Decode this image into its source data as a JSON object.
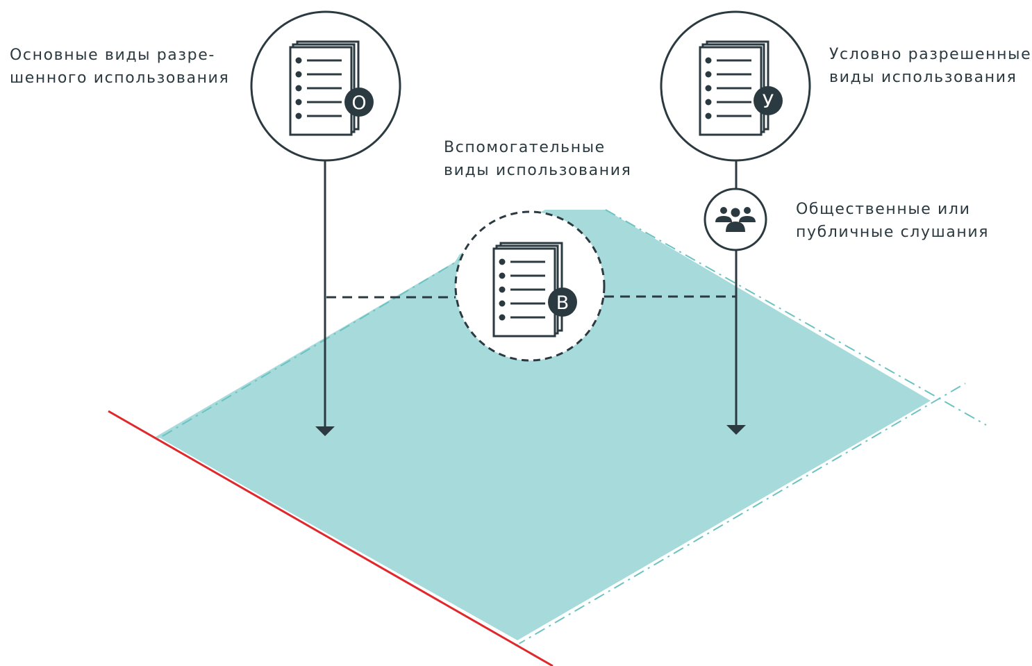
{
  "labels": {
    "main_uses": {
      "line1": "Основные виды разре-",
      "line2": "шенного использования"
    },
    "auxiliary_uses": {
      "line1": "Вспомогательные",
      "line2": "виды использования"
    },
    "conditional_uses": {
      "line1": "Условно разрешенные",
      "line2": "виды использования"
    },
    "public_hearings": {
      "line1": "Общественные или",
      "line2": "публичные слушания"
    }
  },
  "badges": {
    "main": "О",
    "auxiliary": "В",
    "conditional": "У"
  },
  "colors": {
    "plot_fill": "#a6dadb",
    "plot_outline": "#6cc3c2",
    "red_line": "#e0272b",
    "ink": "#2b3a40"
  },
  "icons": {
    "document": "document-list-icon",
    "group": "people-group-icon"
  }
}
